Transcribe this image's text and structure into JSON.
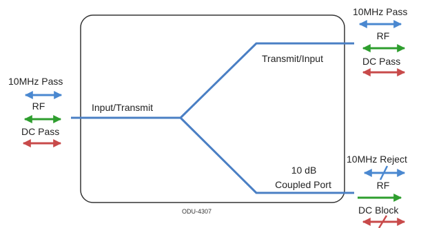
{
  "colors": {
    "signal_line": "#4a7fc4",
    "box_stroke": "#333333",
    "arrow_10mhz": "#4a88d0",
    "arrow_rf": "#2e9e2e",
    "arrow_dc": "#c84a4a"
  },
  "device": {
    "model": "ODU-4307",
    "port_left": "Input/Transmit",
    "port_top": "Transmit/Input",
    "port_coupled_line1": "10 dB",
    "port_coupled_line2": "Coupled Port"
  },
  "left_port": {
    "pass_10mhz": "10MHz Pass",
    "rf": "RF",
    "dc": "DC Pass"
  },
  "top_port": {
    "pass_10mhz": "10MHz Pass",
    "rf": "RF",
    "dc": "DC Pass"
  },
  "coupled_port": {
    "reject_10mhz": "10MHz Reject",
    "rf": "RF",
    "dc": "DC Block"
  }
}
